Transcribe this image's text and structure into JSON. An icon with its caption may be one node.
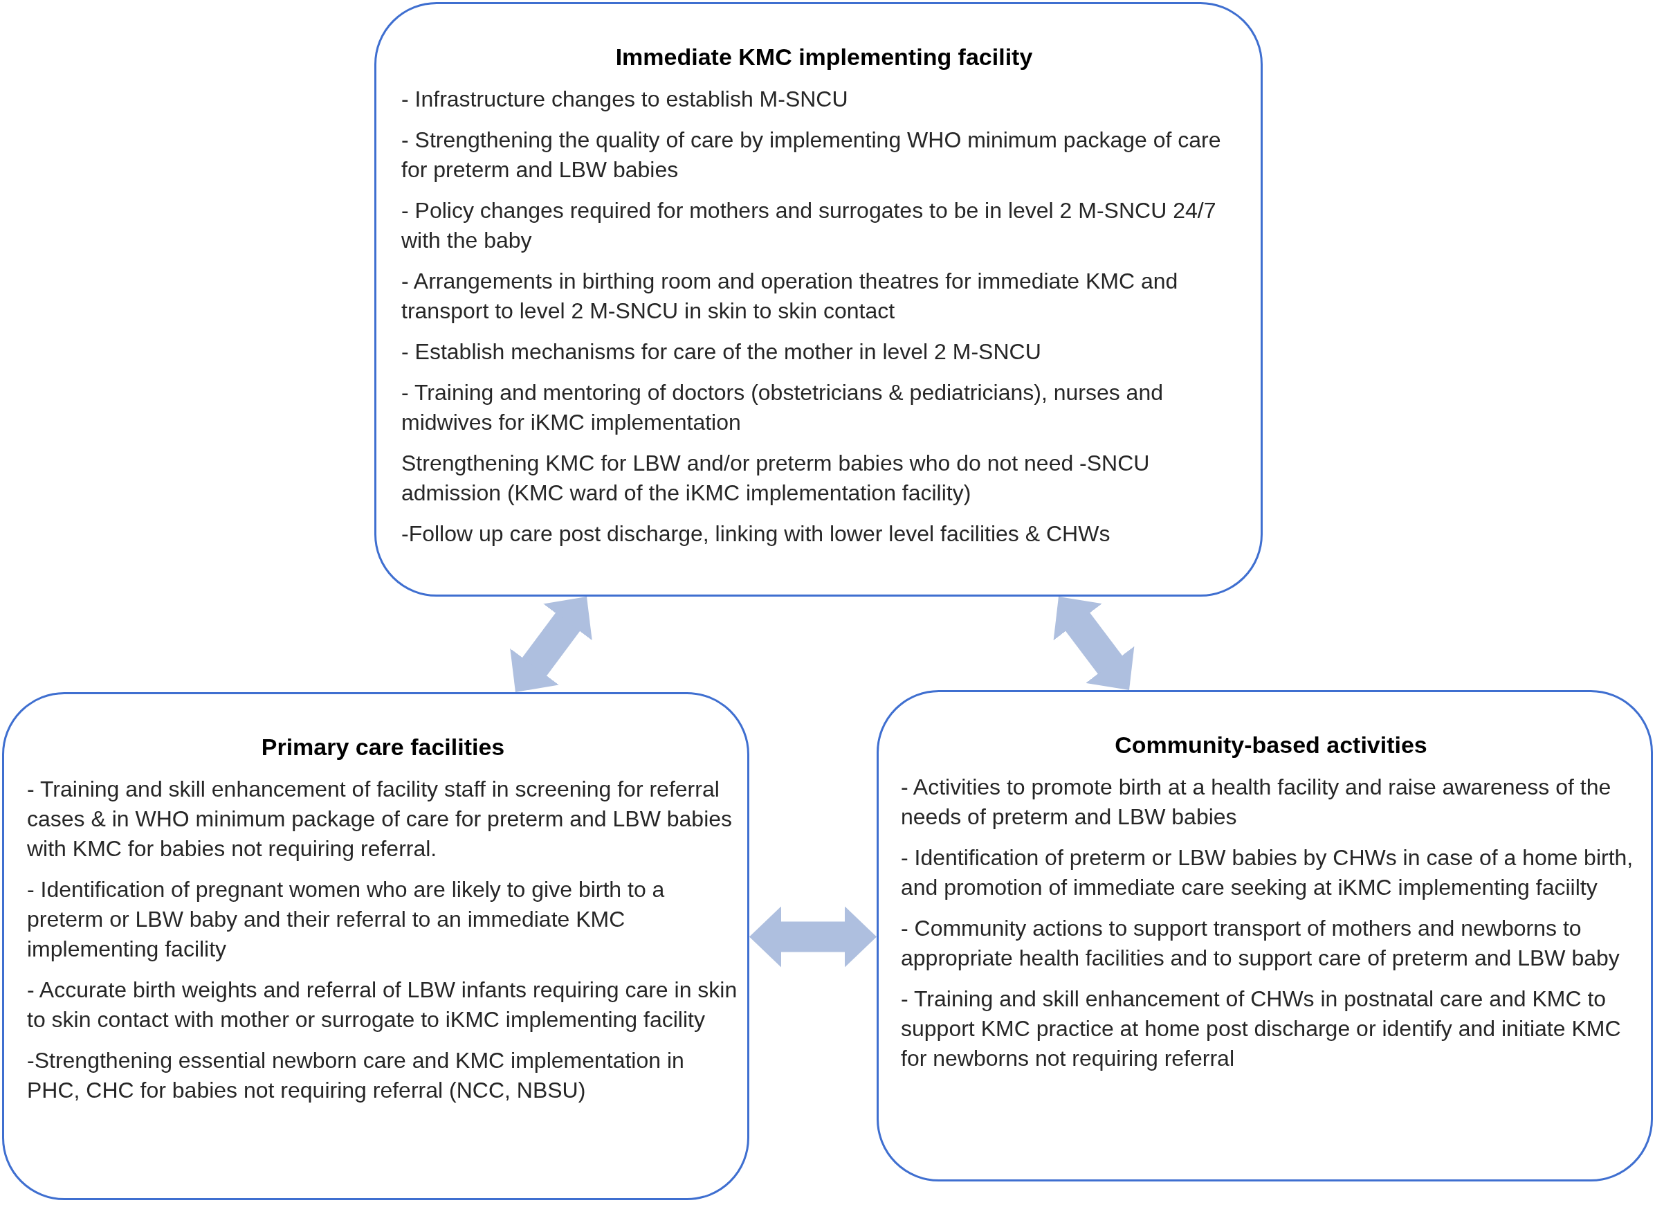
{
  "diagram": {
    "nodes": [
      {
        "text": [
          "Immediate KMC implementing facility",
          "- Infrastructure changes to establish M-SNCU",
          "- Strengthening the quality of care by implementing WHO minimum package of care for preterm and LBW babies",
          "- Policy changes required for mothers and surrogates to be in level 2 M-SNCU 24/7 with the baby",
          "- Arrangements in birthing room and operation theatres for immediate KMC and transport to level 2 M-SNCU in skin to skin contact",
          "- Establish mechanisms for care of the mother in level 2 M-SNCU",
          "- Training and mentoring of doctors (obstetricians & pediatricians), nurses and midwives for iKMC implementation",
          "Strengthening KMC for LBW and/or preterm babies who do not need -SNCU admission (KMC ward of the iKMC implementation facility)",
          "-Follow up care post discharge, linking with lower level facilities & CHWs"
        ]
      },
      {
        "text": [
          "Primary care facilities",
          "- Training and skill enhancement of facility staff in screening for referral cases & in WHO minimum package of care for preterm and LBW babies with KMC for babies not requiring referral.",
          "- Identification of pregnant women who are likely to give birth to a preterm or LBW baby and their referral to an immediate KMC implementing facility",
          "- Accurate birth weights and referral of LBW infants requiring care in skin to skin contact with mother or surrogate to iKMC implementing facility",
          "-Strengthening essential newborn care and KMC implementation in PHC, CHC for babies not requiring referral (NCC, NBSU)"
        ]
      },
      {
        "text": [
          "Community-based activities",
          "- Activities to promote birth at a health facility and raise awareness of the needs of preterm and LBW babies",
          "- Identification of preterm or LBW babies by CHWs in case of a home birth, and promotion of immediate care seeking at iKMC implementing faciilty",
          "- Community actions to support transport of mothers and newborns to appropriate health facilities and to support care of preterm and LBW baby",
          "- Training and skill enhancement of CHWs in postnatal care and KMC to support KMC practice at home post discharge or identify and initiate KMC for newborns not requiring referral"
        ]
      }
    ],
    "edges": [
      {
        "from": 0,
        "to": 1,
        "arrow": "both"
      },
      {
        "from": 0,
        "to": 2,
        "arrow": "both"
      },
      {
        "from": 1,
        "to": 2,
        "arrow": "both"
      }
    ]
  }
}
